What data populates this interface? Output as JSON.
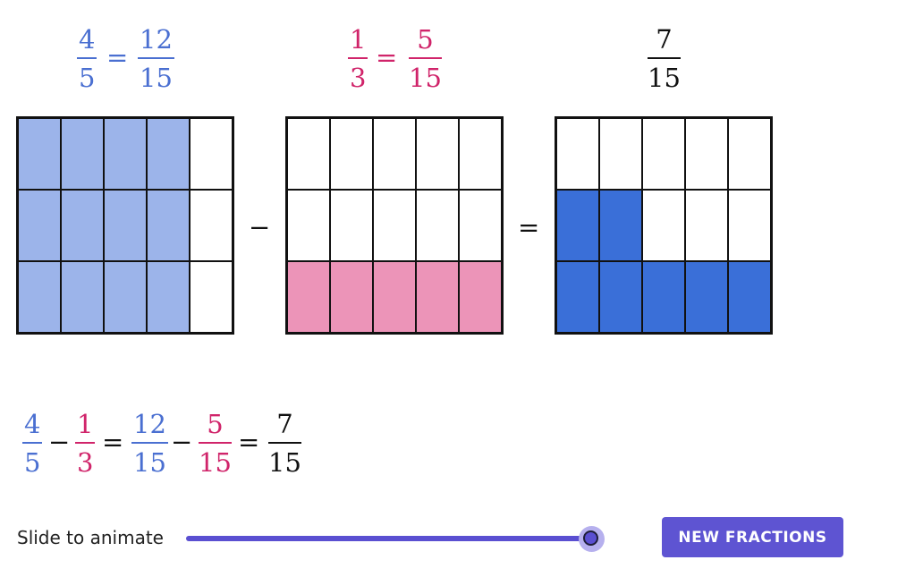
{
  "colors": {
    "blue_text": "#4a6fd1",
    "pink_text": "#d0246a",
    "blue_fill": "#9cb4ea",
    "pink_fill": "#ec94b8",
    "result_fill": "#3a6fd8",
    "accent": "#5e54d2"
  },
  "top": {
    "left": {
      "a_num": "4",
      "a_den": "5",
      "eq": "=",
      "b_num": "12",
      "b_den": "15"
    },
    "middle": {
      "a_num": "1",
      "a_den": "3",
      "eq": "=",
      "b_num": "5",
      "b_den": "15"
    },
    "right": {
      "num": "7",
      "den": "15"
    }
  },
  "grids": {
    "first": {
      "shaded": 12
    },
    "second": {
      "shaded": 5
    },
    "result": {
      "shaded": 7
    }
  },
  "operators": {
    "minus": "−",
    "equals": "="
  },
  "equation": {
    "f1_num": "4",
    "f1_den": "5",
    "op1": "−",
    "f2_num": "1",
    "f2_den": "3",
    "op2": "=",
    "f3_num": "12",
    "f3_den": "15",
    "op3": "−",
    "f4_num": "5",
    "f4_den": "15",
    "op4": "=",
    "f5_num": "7",
    "f5_den": "15"
  },
  "slider": {
    "label": "Slide to animate",
    "value": 1.0
  },
  "button": {
    "label": "NEW FRACTIONS"
  }
}
